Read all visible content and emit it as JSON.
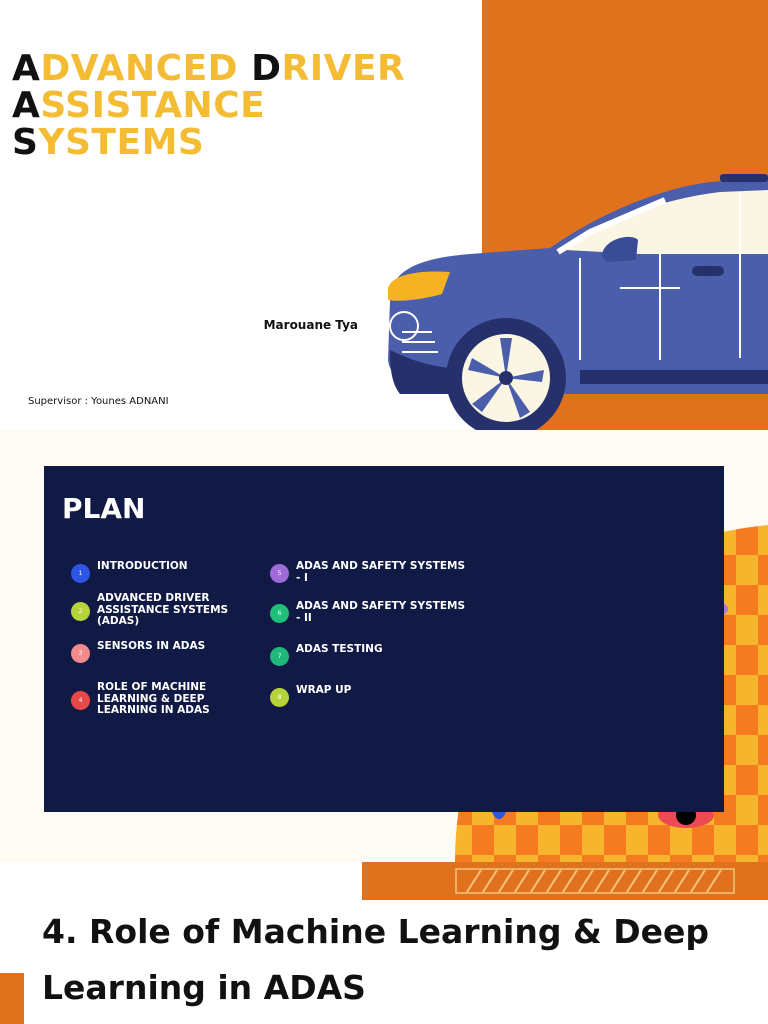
{
  "title_slide": {
    "title_lines": [
      {
        "initial": "A",
        "rest": "DVANCED ",
        "initial2": "D",
        "rest2": "RIVER"
      },
      {
        "initial": "A",
        "rest": "SSISTANCE",
        "initial2": "",
        "rest2": ""
      },
      {
        "initial": "S",
        "rest": "YSTEMS",
        "initial2": "",
        "rest2": ""
      }
    ],
    "author": "Marouane Tya",
    "supervisor": "Supervisor : Younes ADNANI"
  },
  "plan_slide": {
    "title": "PLAN",
    "items": [
      {
        "num": "1",
        "label": "INTRODUCTION",
        "color": "#2f55e4"
      },
      {
        "num": "2",
        "label": "ADVANCED DRIVER ASSISTANCE SYSTEMS (ADAS)",
        "color": "#b7d33a"
      },
      {
        "num": "3",
        "label": "SENSORS IN ADAS",
        "color": "#f28b8b"
      },
      {
        "num": "4",
        "label": "ROLE OF MACHINE LEARNING & DEEP LEARNING IN ADAS",
        "color": "#e9484b"
      },
      {
        "num": "5",
        "label": "ADAS AND SAFETY SYSTEMS - I",
        "color": "#9f6bd8"
      },
      {
        "num": "6",
        "label": "ADAS AND SAFETY SYSTEMS - II",
        "color": "#1fbf7a"
      },
      {
        "num": "7",
        "label": "ADAS TESTING",
        "color": "#1fb87a"
      },
      {
        "num": "8",
        "label": "WRAP UP",
        "color": "#b7d33a"
      }
    ]
  },
  "section_slide": {
    "title": "4. Role of Machine Learning & Deep Learning in ADAS"
  },
  "colors": {
    "accent_orange": "#e0721e",
    "title_yellow": "#f4bc34",
    "plan_navy": "#101a45",
    "car_blue": "#4a5eab"
  }
}
